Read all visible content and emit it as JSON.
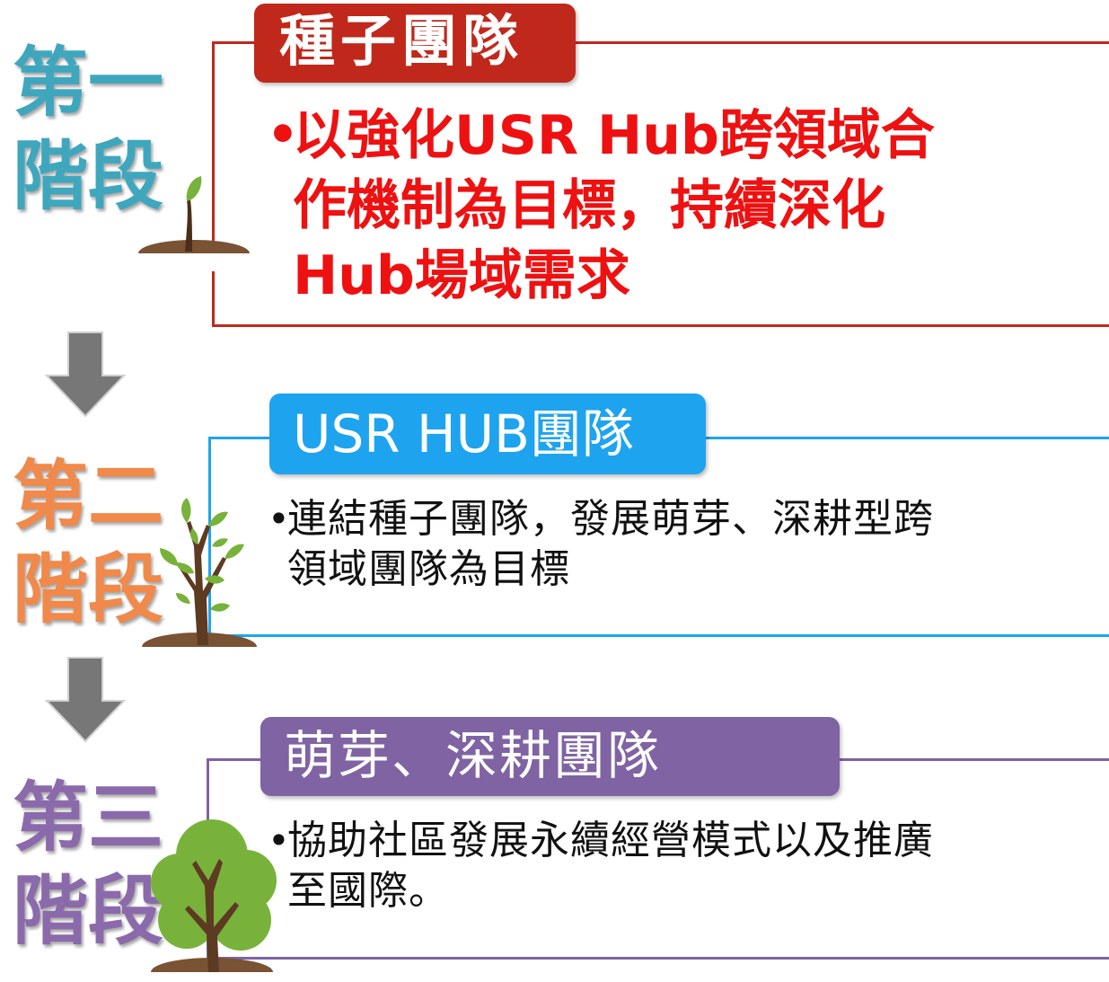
{
  "colors": {
    "stage1": "#c0281b",
    "stage1_label": "#3fa7bd",
    "stage1_text": "#ee1111",
    "stage2": "#1ea3ef",
    "stage2_label": "#f0894a",
    "stage3": "#7f63a3",
    "stage3_label": "#8b6aab",
    "arrow": "#777777",
    "soil": "#7a5234",
    "leaf": "#78b23a",
    "trunk": "#5d3a22"
  },
  "stages": [
    {
      "label_line1": "第一",
      "label_line2": "階段",
      "title": "種子團隊",
      "bullet": "•",
      "text": "以強化USR Hub跨領域合\n作機制為目標，持續深化\nHub場域需求",
      "icon": "sprout-icon"
    },
    {
      "label_line1": "第二",
      "label_line2": "階段",
      "title": "USR HUB團隊",
      "bullet": "•",
      "text": "連結種子團隊，發展萌芽、深耕型跨\n領域團隊為目標",
      "icon": "sapling-icon"
    },
    {
      "label_line1": "第三",
      "label_line2": "階段",
      "title": "萌芽、深耕團隊",
      "bullet": "•",
      "text": "協助社區發展永續經營模式以及推廣\n至國際。",
      "icon": "tree-icon"
    }
  ]
}
